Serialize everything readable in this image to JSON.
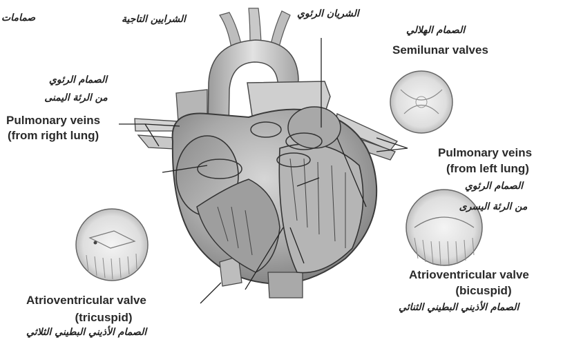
{
  "labels": {
    "top_left_ar": "صمامات",
    "coronary_arteries_ar": "الشرايين التاجية",
    "pulmonary_artery_ar": "الشريان الرئوي",
    "semilunar_ar": "الصمام الهلالي",
    "semilunar_en": "Semilunar valves",
    "pv_right_ar_1": "الصمام الرئوي",
    "pv_right_ar_2": "من الرئة اليمنى",
    "pv_right_en_1": "Pulmonary veins",
    "pv_right_en_2": "(from right lung)",
    "pv_left_en_1": "Pulmonary veins",
    "pv_left_en_2": "(from left lung)",
    "pv_left_ar_1": "الصمام الرئوي",
    "pv_left_ar_2": "من الرئة اليسرى",
    "av_bicuspid_en_1": "Atrioventricular valve",
    "av_bicuspid_en_2": "(bicuspid)",
    "av_bicuspid_ar": "الصمام الأذيني البطيني الثنائي",
    "av_tricuspid_en_1": "Atrioventricular valve",
    "av_tricuspid_en_2": "(tricuspid)",
    "av_tricuspid_ar": "الصمام الأذيني البطيني الثلاثي"
  }
}
